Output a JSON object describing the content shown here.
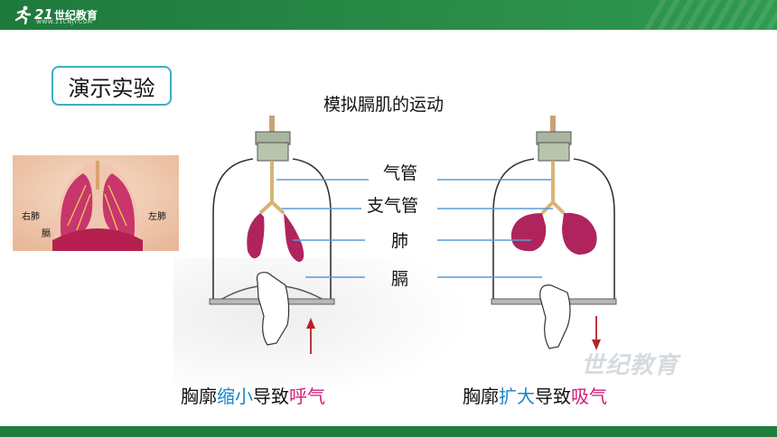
{
  "header": {
    "brand": "21",
    "brand_sub": "世纪教育",
    "url": "WWW.21CNJY.COM"
  },
  "title_box": "演示实验",
  "subtitle": "模拟膈肌的运动",
  "labels": {
    "trachea": "气管",
    "bronchus": "支气管",
    "lung": "肺",
    "diaphragm": "膈"
  },
  "anatomy": {
    "right_lung": "右肺",
    "left_lung": "左肺",
    "diaphragm": "膈"
  },
  "captions": {
    "left": {
      "prefix": "胸廓",
      "hl": "缩小",
      "mid": "导致",
      "hl2": "呼气"
    },
    "right": {
      "prefix": "胸廓",
      "hl": "扩大",
      "mid": "导致",
      "hl2": "吸气"
    }
  },
  "watermark": "世纪教育",
  "colors": {
    "header_green": "#2a8c48",
    "title_border": "#3ab0c4",
    "highlight_blue": "#1a86c8",
    "highlight_pink": "#d0197a",
    "lung": "#b0245e"
  }
}
